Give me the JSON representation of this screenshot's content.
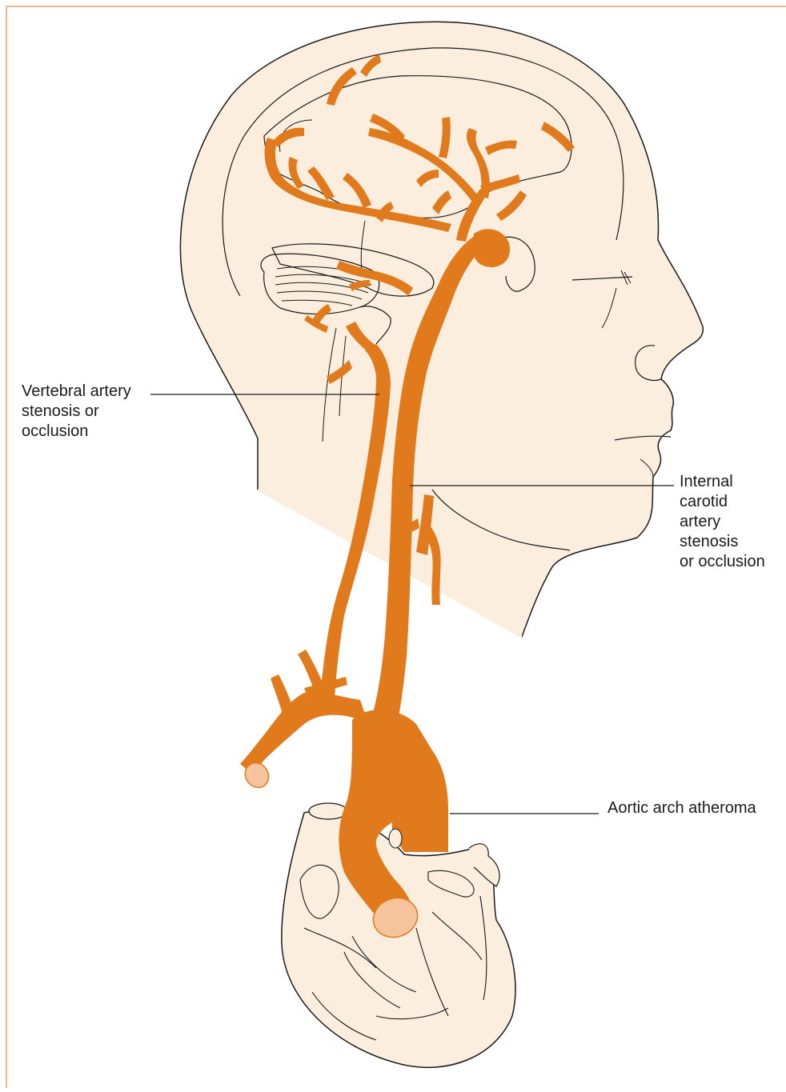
{
  "colors": {
    "artery": "#e07a1c",
    "skin": "#fbeede",
    "outline": "#1a1a1a",
    "frame": "#e8a566",
    "vessel_end": "#f6c49c"
  },
  "labels": {
    "vertebral": [
      "Vertebral artery",
      "stenosis or",
      "occlusion"
    ],
    "carotid": [
      "Internal",
      "carotid",
      "artery",
      "stenosis",
      "or occlusion"
    ],
    "aortic": [
      "Aortic arch atheroma"
    ]
  }
}
